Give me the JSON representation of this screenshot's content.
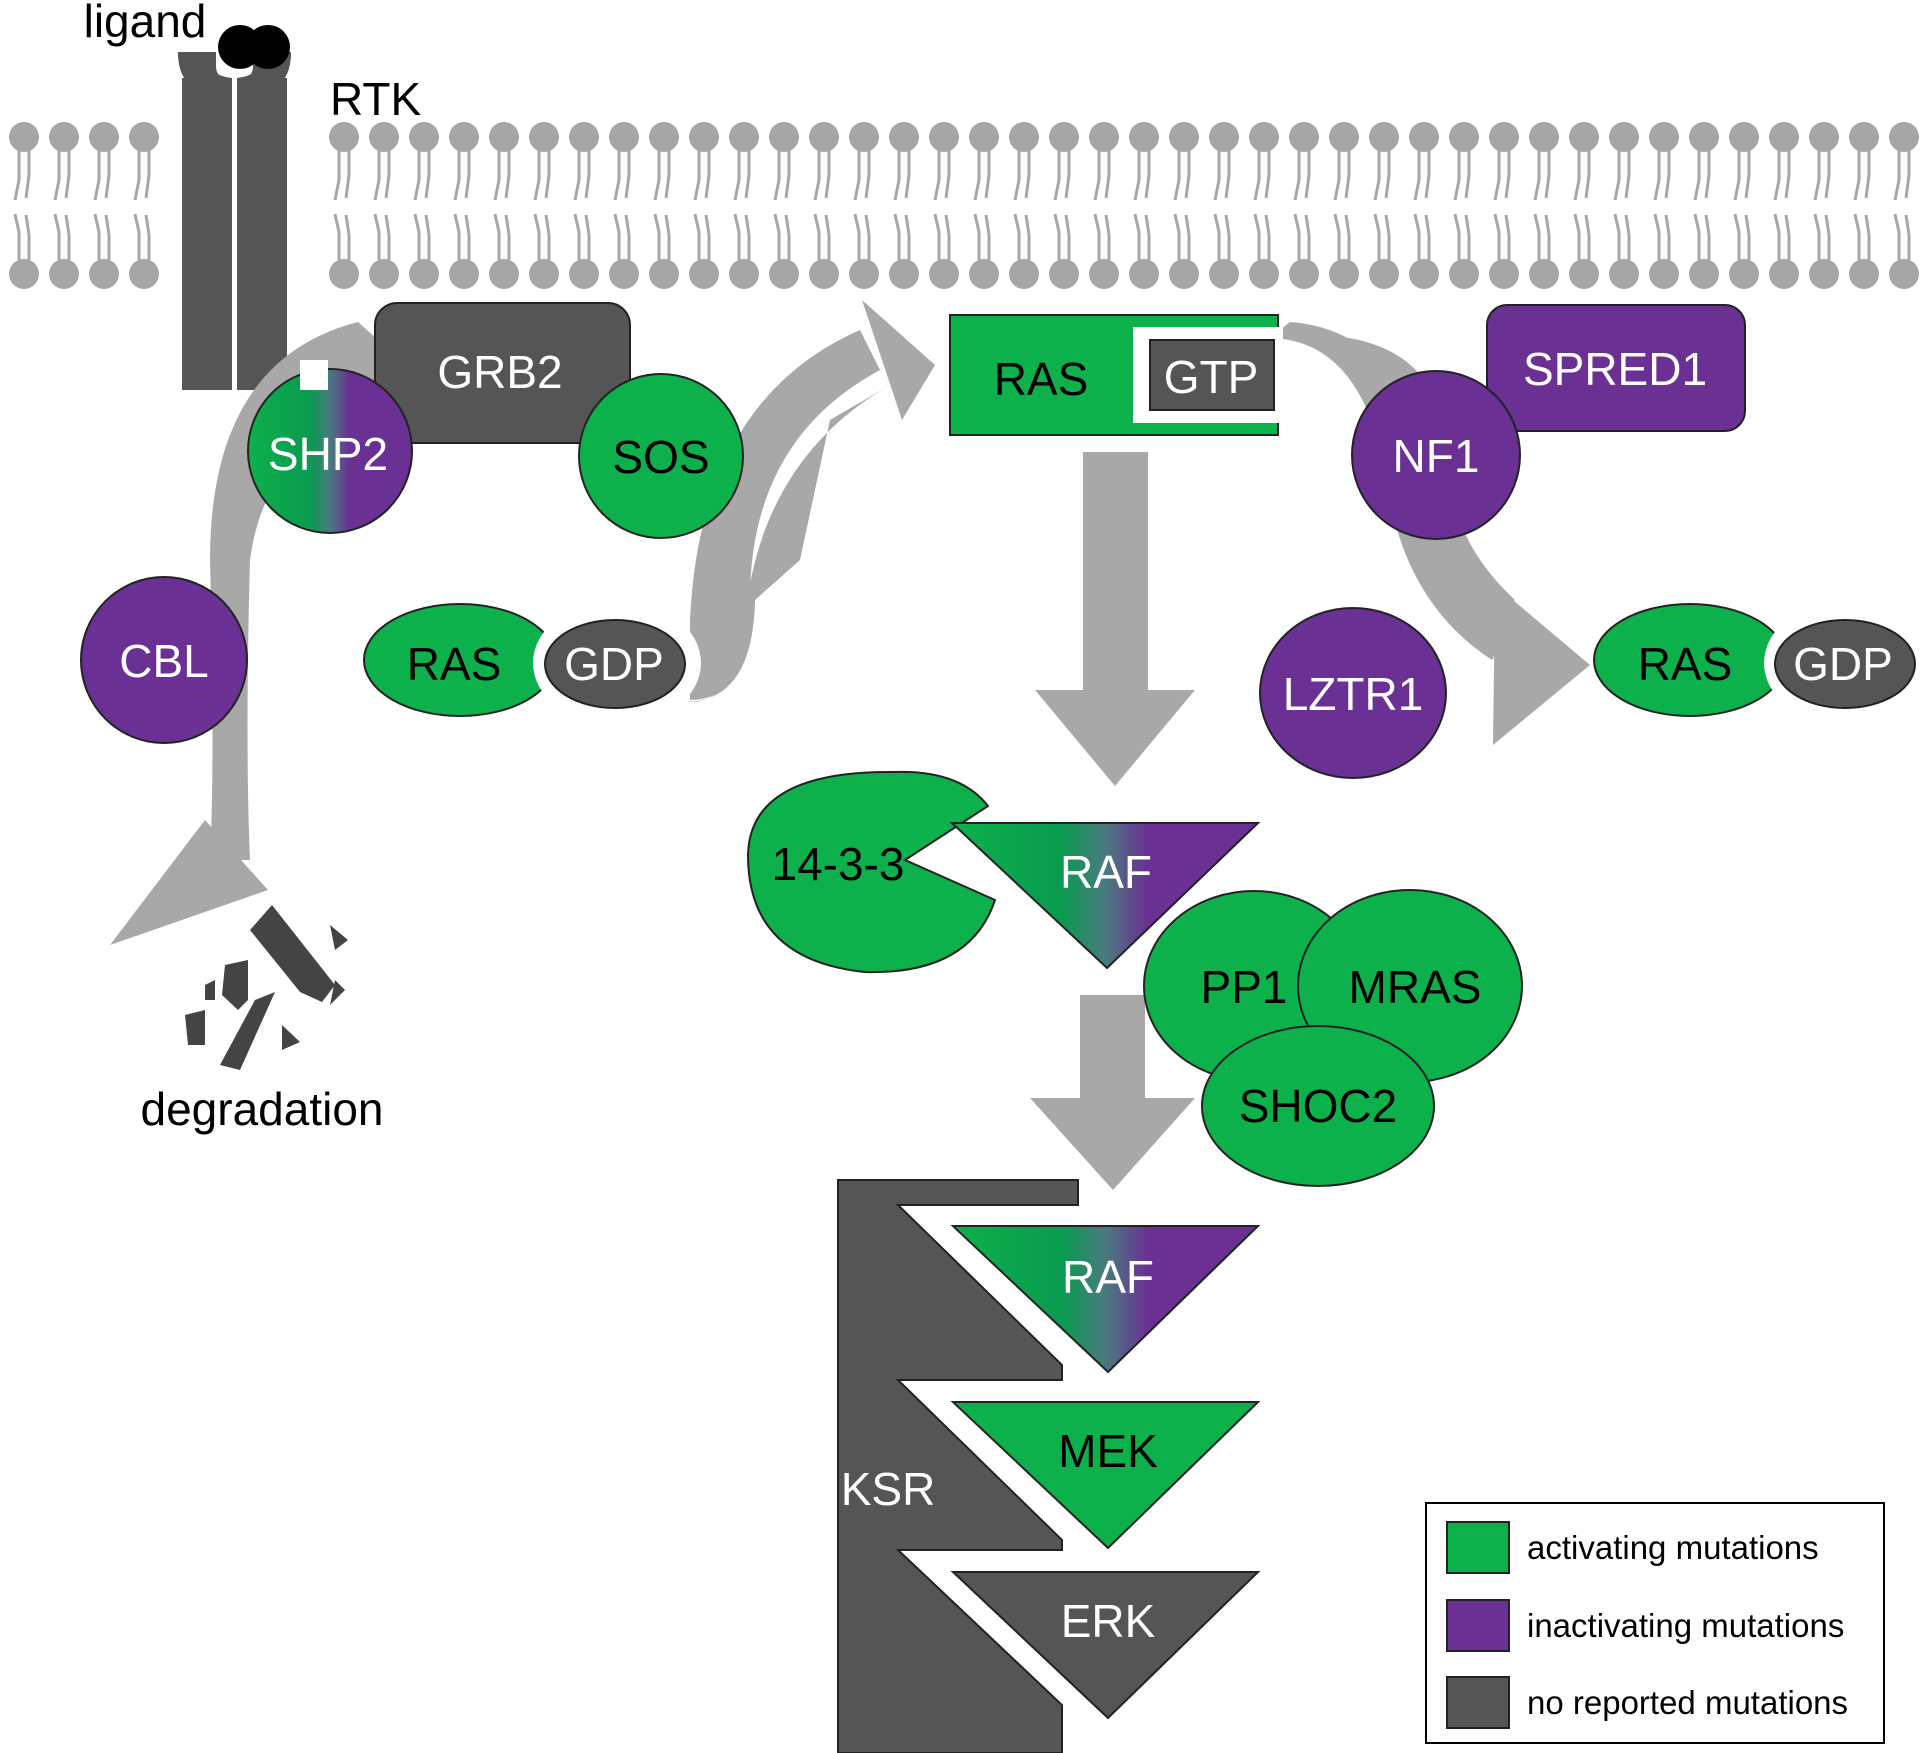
{
  "labels": {
    "ligand": "ligand",
    "rtk": "RTK",
    "grb2": "GRB2",
    "shp2": "SHP2",
    "sos": "SOS",
    "cbl": "CBL",
    "ras_gdp_left_ras": "RAS",
    "ras_gdp_left_gdp": "GDP",
    "ras_gtp_ras": "RAS",
    "ras_gtp_gtp": "GTP",
    "spred1": "SPRED1",
    "nf1": "NF1",
    "lztr1": "LZTR1",
    "ras_gdp_right_ras": "RAS",
    "ras_gdp_right_gdp": "GDP",
    "raf_top": "RAF",
    "protein_1433": "14-3-3",
    "pp1": "PP1",
    "mras": "MRAS",
    "shoc2": "SHOC2",
    "ksr": "KSR",
    "raf_bottom": "RAF",
    "mek": "MEK",
    "erk": "ERK",
    "degradation": "degradation"
  },
  "legend": {
    "items": [
      {
        "label": "activating mutations",
        "color": "#0db14b"
      },
      {
        "label": "inactivating mutations",
        "color": "#6a3093"
      },
      {
        "label": "no reported mutations",
        "color": "#555555"
      }
    ]
  },
  "colors": {
    "activating": "#0db14b",
    "inactivating": "#6a3093",
    "no_mutation": "#555555",
    "membrane": "#a6a6a6",
    "arrow": "#a8a8a8"
  }
}
